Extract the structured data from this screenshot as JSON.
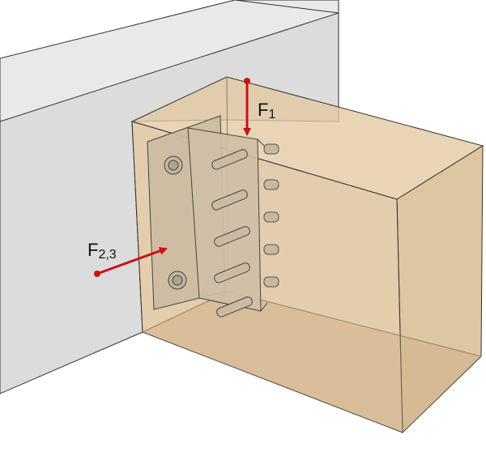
{
  "forces": {
    "f1": {
      "symbol": "F",
      "subscript": "1"
    },
    "f23": {
      "symbol": "F",
      "subscript": "2,3"
    }
  },
  "colors": {
    "force_arrow": "#cc1111",
    "wall_front": "#dcdcdc",
    "wall_top": "#e9e9e9",
    "timber_block": "#d9b98e",
    "steel_plate": "#c9b89e",
    "edge": "#333333"
  }
}
